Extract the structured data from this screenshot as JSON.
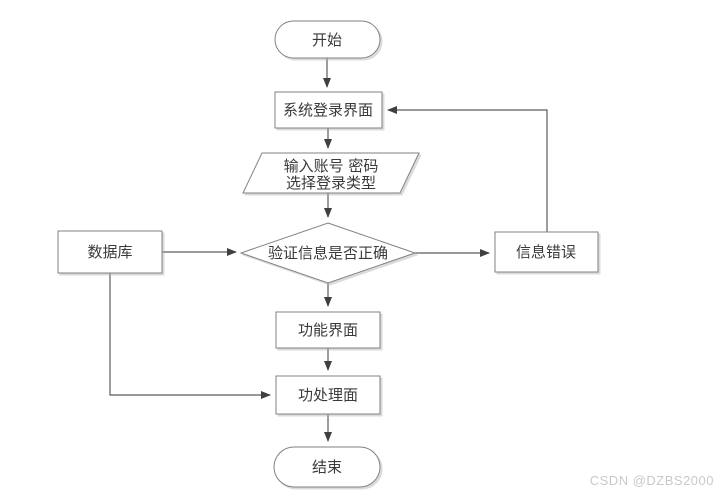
{
  "page": {
    "watermark": "CSDN @DZBS2000",
    "background_color": "#ffffff"
  },
  "colors": {
    "shape_fill": "#ffffff",
    "shape_border": "#828282",
    "connector": "#5c5c5c",
    "arrowhead": "#404040",
    "label_text": "#3a3a3a",
    "watermark_text": "#c9c9c9"
  },
  "flowchart": {
    "nodes": [
      {
        "id": "start",
        "type": "terminator",
        "label": "开始"
      },
      {
        "id": "login-screen",
        "type": "process",
        "label": "系统登录界面"
      },
      {
        "id": "input-credentials",
        "type": "input-output",
        "label_line1": "输入账号 密码",
        "label_line2": "选择登录类型"
      },
      {
        "id": "verify-info",
        "type": "decision",
        "label": "验证信息是否正确"
      },
      {
        "id": "database",
        "type": "process",
        "label": "数据库"
      },
      {
        "id": "info-error",
        "type": "process",
        "label": "信息错误"
      },
      {
        "id": "function-screen",
        "type": "process",
        "label": "功能界面"
      },
      {
        "id": "process-screen",
        "type": "process",
        "label": "功处理面"
      },
      {
        "id": "end",
        "type": "terminator",
        "label": "结束"
      }
    ],
    "edges": [
      {
        "from": "start",
        "to": "login-screen"
      },
      {
        "from": "login-screen",
        "to": "input-credentials"
      },
      {
        "from": "input-credentials",
        "to": "verify-info"
      },
      {
        "from": "database",
        "to": "verify-info"
      },
      {
        "from": "verify-info",
        "to": "info-error"
      },
      {
        "from": "info-error",
        "to": "login-screen"
      },
      {
        "from": "verify-info",
        "to": "function-screen"
      },
      {
        "from": "function-screen",
        "to": "process-screen"
      },
      {
        "from": "database",
        "to": "process-screen"
      },
      {
        "from": "process-screen",
        "to": "end"
      }
    ]
  }
}
